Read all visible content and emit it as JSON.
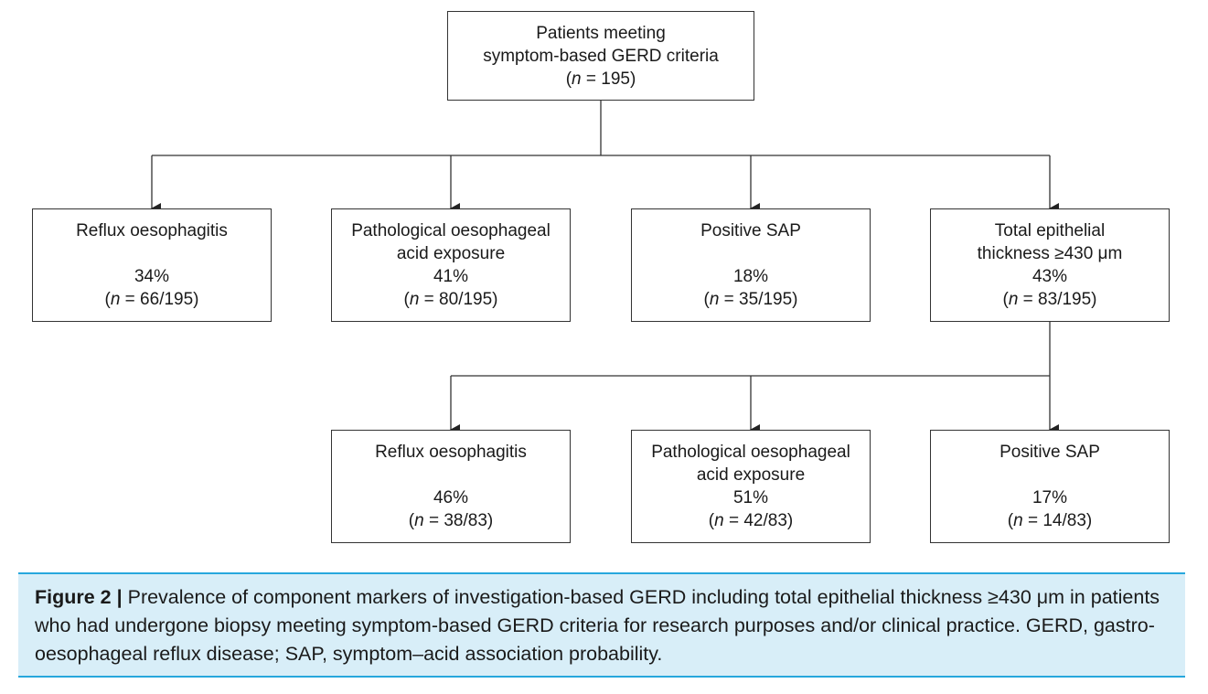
{
  "root": {
    "line1": "Patients meeting",
    "line2": "symptom-based GERD criteria",
    "n_prefix": "(",
    "n_italic": "n",
    "n_suffix": " = 195)"
  },
  "level1": [
    {
      "line1": "Reflux oesophagitis",
      "line2": "",
      "pct": "34%",
      "n_suffix": " = 66/195)"
    },
    {
      "line1": "Pathological oesophageal",
      "line2": "acid exposure",
      "pct": "41%",
      "n_suffix": " = 80/195)"
    },
    {
      "line1": "Positive SAP",
      "line2": "",
      "pct": "18%",
      "n_suffix": " = 35/195)"
    },
    {
      "line1": "Total epithelial",
      "line2": "thickness ≥430 μm",
      "pct": "43%",
      "n_suffix": " = 83/195)"
    }
  ],
  "level2": [
    {
      "line1": "Reflux oesophagitis",
      "line2": "",
      "pct": "46%",
      "n_suffix": " = 38/83)"
    },
    {
      "line1": "Pathological oesophageal",
      "line2": "acid exposure",
      "pct": "51%",
      "n_suffix": " = 42/83)"
    },
    {
      "line1": "Positive SAP",
      "line2": "",
      "pct": "17%",
      "n_suffix": " = 14/83)"
    }
  ],
  "n_prefix": "(",
  "n_italic": "n",
  "caption": {
    "label": "Figure 2 |",
    "text": " Prevalence of component markers of investigation-based GERD including total epithelial thickness ≥430 μm in patients who had undergone biopsy meeting symptom-based GERD criteria for research purposes and/or clinical practice. GERD, gastro-oesophageal reflux disease; SAP, symptom–acid association probability."
  }
}
